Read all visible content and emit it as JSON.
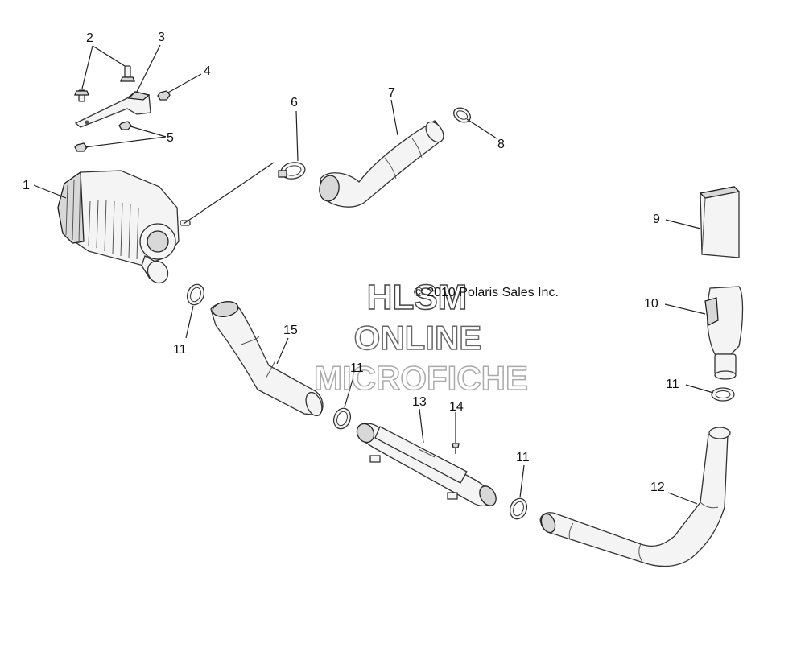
{
  "diagram": {
    "copyright": "© 2010 Polaris Sales Inc.",
    "watermark": {
      "line1": "HLSM",
      "line2": "ONLINE",
      "line3": "MICROFICHE"
    },
    "callouts": {
      "c1": "1",
      "c2": "2",
      "c3": "3",
      "c4": "4",
      "c5": "5",
      "c6": "6",
      "c7": "7",
      "c8": "8",
      "c9": "9",
      "c10": "10",
      "c11a": "11",
      "c11b": "11",
      "c11c": "11",
      "c11d": "11",
      "c12": "12",
      "c13": "13",
      "c14": "14",
      "c15": "15"
    }
  }
}
